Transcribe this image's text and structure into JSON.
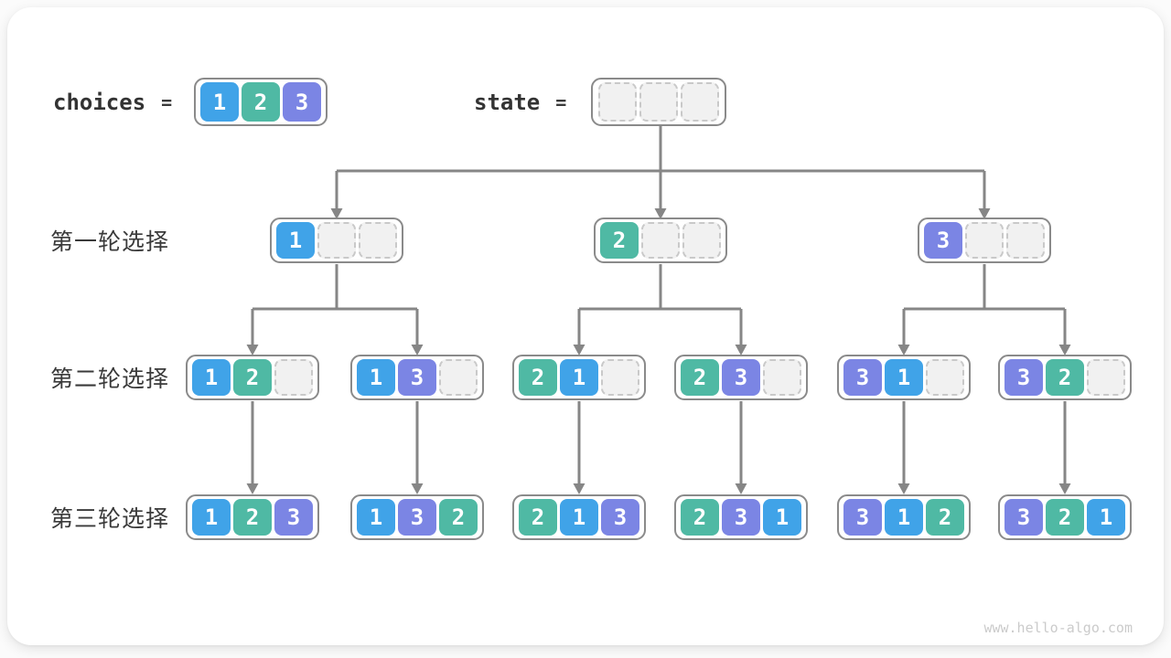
{
  "figure": {
    "watermark": "www.hello-algo.com",
    "colors": {
      "value1": "#40a3e8",
      "value2": "#4fb9a4",
      "value3": "#7b85e4",
      "edge": "#868686",
      "label_text": "#3a3a3a",
      "empty_fill": "#f1f1f1",
      "empty_border": "#c9c9c9",
      "node_border": "#8a8a8a"
    },
    "header": {
      "choices_label": "choices",
      "choices_equals": "=",
      "choices_values": [
        1,
        2,
        3
      ],
      "state_label": "state",
      "state_equals": "=",
      "state_values": [
        null,
        null,
        null
      ]
    },
    "levels": [
      {
        "label": "第一轮选择",
        "nodes": [
          [
            1,
            null,
            null
          ],
          [
            2,
            null,
            null
          ],
          [
            3,
            null,
            null
          ]
        ]
      },
      {
        "label": "第二轮选择",
        "nodes": [
          [
            1,
            2,
            null
          ],
          [
            1,
            3,
            null
          ],
          [
            2,
            1,
            null
          ],
          [
            2,
            3,
            null
          ],
          [
            3,
            1,
            null
          ],
          [
            3,
            2,
            null
          ]
        ]
      },
      {
        "label": "第三轮选择",
        "nodes": [
          [
            1,
            2,
            3
          ],
          [
            1,
            3,
            2
          ],
          [
            2,
            1,
            3
          ],
          [
            2,
            3,
            1
          ],
          [
            3,
            1,
            2
          ],
          [
            3,
            2,
            1
          ]
        ]
      }
    ]
  }
}
